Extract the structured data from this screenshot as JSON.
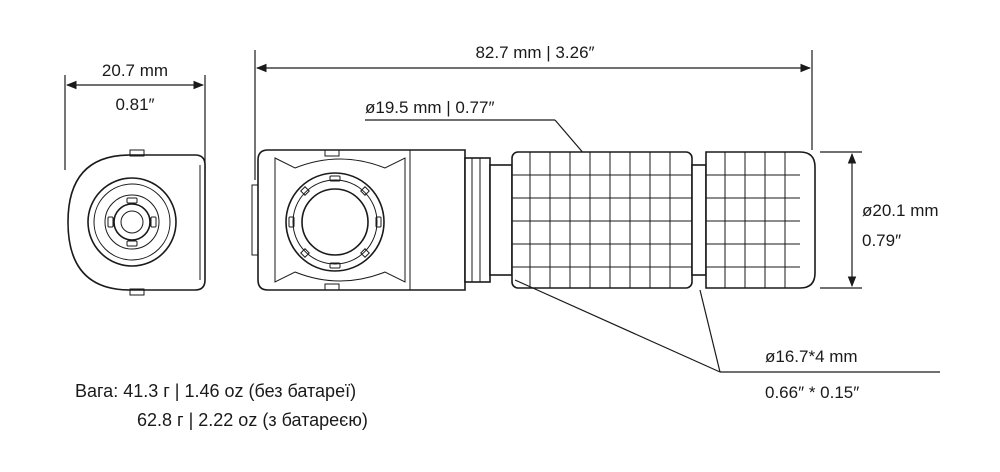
{
  "dimensions": {
    "side_width_mm": "20.7 mm",
    "side_width_in": "0.81″",
    "length": "82.7 mm | 3.26″",
    "body_diameter": "ø19.5 mm | 0.77″",
    "head_diameter_mm": "ø20.1 mm",
    "head_diameter_in": "0.79″",
    "ring_mm": "ø16.7*4 mm",
    "ring_in": "0.66″ * 0.15″"
  },
  "weight": {
    "line1": "Вага: 41.3 г | 1.46 oz (без батареї)",
    "line2": "62.8 г | 2.22 oz (з батареєю)"
  }
}
